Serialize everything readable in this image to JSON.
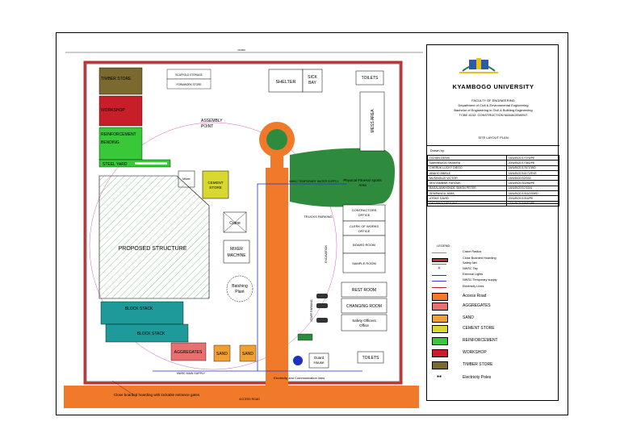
{
  "plan": {
    "labels": {
      "overall_dim": "110000",
      "timber_store": "TIMBER STORE",
      "workshop": "WORKSHOP",
      "reinforcement_line1": "REINFORCEMENT",
      "reinforcement_line2": "BENDING",
      "scaffold_storage": "SCAFFOLD STORAGE",
      "formwork_store": "FORMWORK STORE",
      "assembly_point_line1": "ASSEMBLY",
      "assembly_point_line2": "POINT",
      "shelter": "SHELTER",
      "sick_bay_line1": "SICK",
      "sick_bay_line2": "BAY",
      "toilets_top": "TOILETS",
      "mess_area": "MESS AREA",
      "steel_yard": "STEEL YARD",
      "mixer_small": "Mixer",
      "cement_store_line1": "CEMENT",
      "cement_store_line2": "STORE",
      "crane": "Crane",
      "mixer_machine_line1": "MIXER",
      "mixer_machine_line2": "MACHINE",
      "batching_plant_line1": "Batching",
      "batching_plant_line2": "Plant",
      "proposed_structure": "PROPOSED STRUCTURE",
      "block_stack_1": "BLOCK STACK",
      "block_stack_2": "BLOCK STACK",
      "aggregates": "AGGREGATES",
      "sand_1": "SAND",
      "sand_2": "SAND",
      "nwsc_temp_supply": "NWSC TEMPORARY WATER SUPPLY",
      "physical_fitness_line1": "Physical Fitness/ sports",
      "physical_fitness_line2": "Area",
      "trucks_parking": "TRUCKS PARKING",
      "excavation": "EXCAVATION",
      "contractors_office_line1": "CONTRACTORS",
      "contractors_office_line2": "OFFICE",
      "clerk_works_line1": "CLERK OF WORKS",
      "clerk_works_line2": "OFFICE",
      "board_room": "BOARD ROOM",
      "sample_room": "SAMPLE ROOM",
      "rest_room": "REST ROOM",
      "changing_room": "CHANGING ROOM",
      "safety_officers_line1": "Safety Officers",
      "safety_officers_line2": "Office",
      "staff_parking": "STAFF PARKING",
      "guard_house_line1": "Guard",
      "guard_house_line2": "House",
      "toilets_bottom": "TOILETS",
      "nwsc_supply": "NWSC MAIN SUPPLY",
      "electricity_line": "Electricity and Communication lines",
      "hoarding_note": "Close boarded hoarding with lockable entrance gates",
      "access_road": "ACCESS ROAD"
    }
  },
  "panel": {
    "university": "KYAMBOGO UNIVERSITY",
    "faculty": [
      "FACULTY OF ENGINEERING",
      "Department of Civil & Environmental Engineering",
      "Bachelor of Engineering in Civil & Building Engineering",
      "TCBE 4102: CONSTRUCTION MANAGEMENT"
    ],
    "sheet_title": "SITE LAYOUT PLAN",
    "drawn_by_label": "Drawn by:",
    "members": [
      {
        "name": "OCHAN DENIS",
        "reg": "18/U/BCE/17076/PE"
      },
      {
        "name": "NAKIMBUGA SHAKIRA",
        "reg": "20/U/BCE/17061/PE"
      },
      {
        "name": "CHERUK LUCKY DIEGO",
        "reg": "18/U/BCE/17671/WD"
      },
      {
        "name": "ABAHO ANIBLE",
        "reg": "18/U/BCE/16172/EVE"
      },
      {
        "name": "MUSINGUZI VICTOR",
        "reg": "18/U/BCE/02/033"
      },
      {
        "name": "SEKYAMBWE FAROUK",
        "reg": "18/U/BCE/30266/PE"
      },
      {
        "name": "BASALANKHONDE SIMON PETER",
        "reg": "18/U/BCE/07/03/U"
      },
      {
        "name": "SEMPANGA JUMA",
        "reg": "18/U/BCE/1916/29/WD"
      },
      {
        "name": "ATOKE DAVID",
        "reg": "20/U/BCE/1916/PE"
      },
      {
        "name": "OKWANGO IFULANI",
        "reg": "21/U/BCE/16683/PE"
      }
    ],
    "legend_title": "LEGEND",
    "legend": [
      {
        "label": "Crane Radius",
        "small": true,
        "kind": "line",
        "color": "#d060c0"
      },
      {
        "label": "Close Boarded Hoarding",
        "small": true,
        "kind": "hatch",
        "color": "#c03030"
      },
      {
        "label": "Safety Net",
        "small": true,
        "kind": "line",
        "color": "#3a9a3a"
      },
      {
        "label": "NWSC Tap",
        "small": true,
        "kind": "x",
        "color": "#2030c0"
      },
      {
        "label": "External Lights",
        "small": true,
        "kind": "line",
        "color": "#2030c0"
      },
      {
        "label": "NWSC Temporary supply",
        "small": true,
        "kind": "line",
        "color": "#3040c0"
      },
      {
        "label": "Electricity Lines",
        "small": true,
        "kind": "line",
        "color": "#c02020"
      },
      {
        "label": "Access Road",
        "small": false,
        "kind": "box",
        "color": "#f07a2a"
      },
      {
        "label": "AGGREGATES",
        "small": false,
        "kind": "box",
        "color": "#e87070"
      },
      {
        "label": "SAND",
        "small": false,
        "kind": "box",
        "color": "#f0a030"
      },
      {
        "label": "CEMENT STORE",
        "small": false,
        "kind": "box",
        "color": "#d8d830"
      },
      {
        "label": "REINFORCEMENT",
        "small": false,
        "kind": "box",
        "color": "#38c838"
      },
      {
        "label": "WORKSHOP",
        "small": false,
        "kind": "box",
        "color": "#c81e2a"
      },
      {
        "label": "TIMBER STORE",
        "small": false,
        "kind": "box",
        "color": "#7a6a30"
      },
      {
        "label": "Electricity Poles",
        "small": false,
        "kind": "pole",
        "color": "#000000"
      }
    ]
  },
  "colors": {
    "access_road": "#f07a2a",
    "timber_store": "#7a6a30",
    "workshop": "#c81e2a",
    "reinforcement": "#38c838",
    "block_stack": "#1f9a9a",
    "green_area": "#2e8b3e",
    "hoarding": "#c03030",
    "water_line": "#2030c0",
    "crane_radius": "#d060c0"
  }
}
